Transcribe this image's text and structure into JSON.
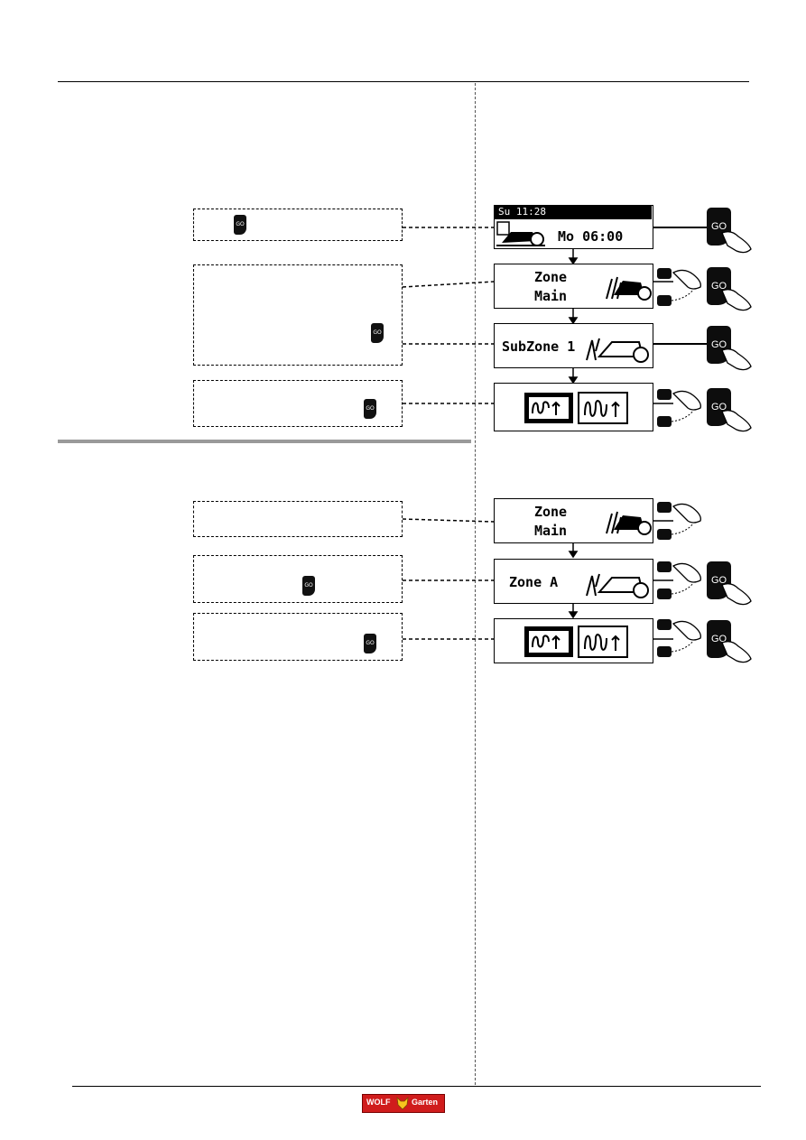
{
  "go_label": "GO",
  "screens": {
    "home_status": "Su 11:28",
    "home_time": "Mo 06:00",
    "zone_line1": "Zone",
    "zone_line2": "Main",
    "subzone": "SubZone 1",
    "zone_a": "Zone A"
  },
  "icons": [
    "go-button-icon",
    "mower-icon",
    "hand-pointer-icon",
    "scroll-up-icon",
    "scroll-down-icon",
    "wire-mode-icon"
  ],
  "logo": {
    "left": "WOLF",
    "right": "Garten",
    "color": "#d01c1c"
  }
}
